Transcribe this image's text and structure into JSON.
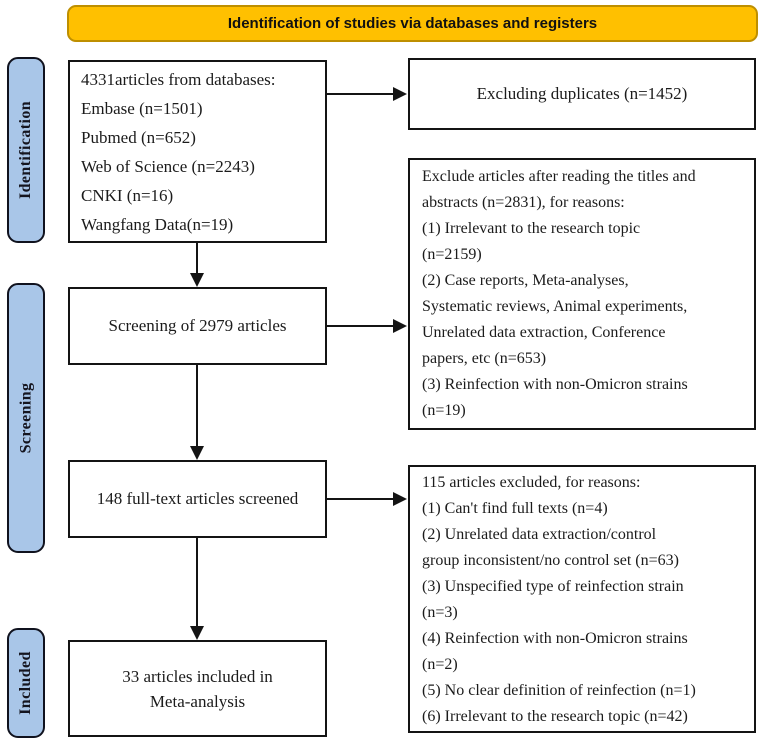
{
  "banner": {
    "title": "Identification of studies via databases and registers"
  },
  "stages": [
    {
      "label": "Identification"
    },
    {
      "label": "Screening"
    },
    {
      "label": "Included"
    }
  ],
  "flow_boxes": {
    "databases": {
      "lines": [
        "4331articles from databases:",
        "Embase (n=1501)",
        "Pubmed (n=652)",
        "Web of Science (n=2243)",
        "CNKI (n=16)",
        "Wangfang Data(n=19)"
      ]
    },
    "screening": {
      "label": "Screening of 2979 articles"
    },
    "fulltext": {
      "label": "148 full-text articles screened"
    },
    "included": {
      "lines": [
        "33 articles included in",
        "Meta-analysis"
      ]
    }
  },
  "exclusion_boxes": {
    "duplicates": {
      "label": "Excluding duplicates (n=1452)"
    },
    "title_abstract": {
      "lines": [
        "Exclude articles after reading the titles and",
        "abstracts (n=2831), for reasons:",
        "(1) Irrelevant to the research topic",
        "(n=2159)",
        "(2) Case reports, Meta-analyses,",
        "Systematic reviews, Animal experiments,",
        "Unrelated data extraction, Conference",
        "papers, etc (n=653)",
        "(3) Reinfection with non-Omicron strains",
        "(n=19)"
      ]
    },
    "fulltext_excluded": {
      "lines": [
        "115 articles excluded, for reasons:",
        "(1) Can't find full texts (n=4)",
        "(2) Unrelated data extraction/control",
        "group inconsistent/no control set (n=63)",
        "(3) Unspecified type of reinfection strain",
        "(n=3)",
        "(4) Reinfection with non-Omicron strains",
        "(n=2)",
        "(5) No clear definition of reinfection (n=1)",
        "(6) Irrelevant to the research topic (n=42)"
      ]
    }
  },
  "colors": {
    "banner_fill": "#FFC000",
    "banner_border": "#BE8F00",
    "stage_fill": "#A9C6E8",
    "line_color": "#141414"
  }
}
